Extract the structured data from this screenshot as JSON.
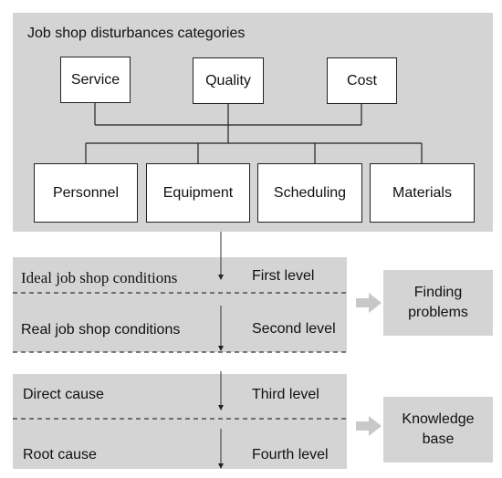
{
  "categories": {
    "title": "Job shop disturbances categories",
    "top_row": [
      "Service",
      "Quality",
      "Cost"
    ],
    "bottom_row": [
      "Personnel",
      "Equipment",
      "Scheduling",
      "Materials"
    ]
  },
  "levels_top": {
    "row1_label": "Ideal job shop conditions",
    "row1_level": "First level",
    "row2_label": "Real job shop conditions",
    "row2_level": "Second level",
    "outcome_line1": "Finding",
    "outcome_line2": "problems"
  },
  "levels_bottom": {
    "row1_label": "Direct cause",
    "row1_level": "Third level",
    "row2_label": "Root cause",
    "row2_level": "Fourth level",
    "outcome_line1": "Knowledge",
    "outcome_line2": "base"
  },
  "colors": {
    "panel": "#d4d4d4",
    "arrow": "#c8c8c8",
    "line": "#222222"
  }
}
